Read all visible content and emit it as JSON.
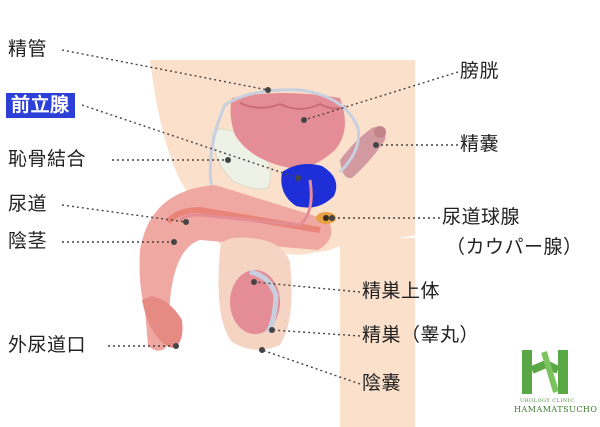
{
  "labels": {
    "seikan": "精管",
    "zenritsusen": "前立腺",
    "chikotsu": "恥骨結合",
    "nyodo": "尿道",
    "inkei": "陰茎",
    "gainyodoko": "外尿道口",
    "boko": "膀胱",
    "seino": "精嚢",
    "nyodokyusen_1": "尿道球腺",
    "nyodokyusen_2": "（カウパー腺）",
    "seisojotai": "精巣上体",
    "seiso": "精巣（睾丸）",
    "inno": "陰嚢"
  },
  "logo": {
    "line1": "UROLOGY CLINIC",
    "line2": "HAMAMATSUCHO"
  },
  "colors": {
    "highlight": "#2c3fd6",
    "prostate": "#1f2fd8",
    "bladder": "#e58d96",
    "skin": "#fbe0cc",
    "logo_green": "#5aa845"
  }
}
